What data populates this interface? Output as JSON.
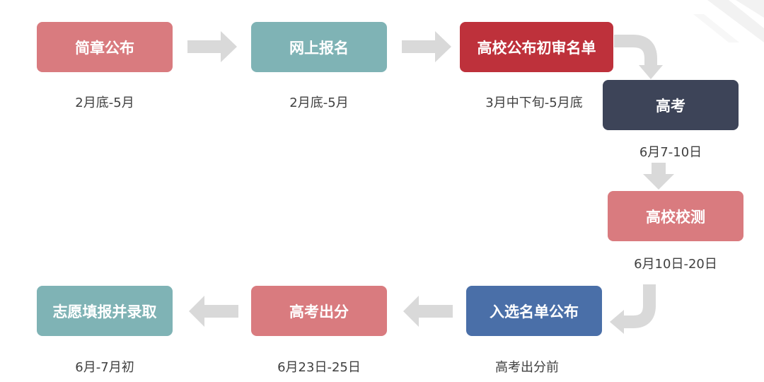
{
  "colors": {
    "pink": "#D97B7F",
    "teal": "#7FB3B5",
    "red": "#BE313B",
    "navy": "#3D4458",
    "blue": "#4A6FA8",
    "arrow": "#D9D9D9",
    "text": "#404040"
  },
  "steps": [
    {
      "label": "简章公布",
      "date": "2月底-5月",
      "color": "pink"
    },
    {
      "label": "网上报名",
      "date": "2月底-5月",
      "color": "teal"
    },
    {
      "label": "高校公布初审名单",
      "date": "3月中下旬-5月底",
      "color": "red"
    },
    {
      "label": "高考",
      "date": "6月7-10日",
      "color": "navy"
    },
    {
      "label": "高校校测",
      "date": "6月10日-20日",
      "color": "pink"
    },
    {
      "label": "入选名单公布",
      "date": "高考出分前",
      "color": "blue"
    },
    {
      "label": "高考出分",
      "date": "6月23日-25日",
      "color": "pink"
    },
    {
      "label": "志愿填报并录取",
      "date": "6月-7月初",
      "color": "teal"
    }
  ]
}
